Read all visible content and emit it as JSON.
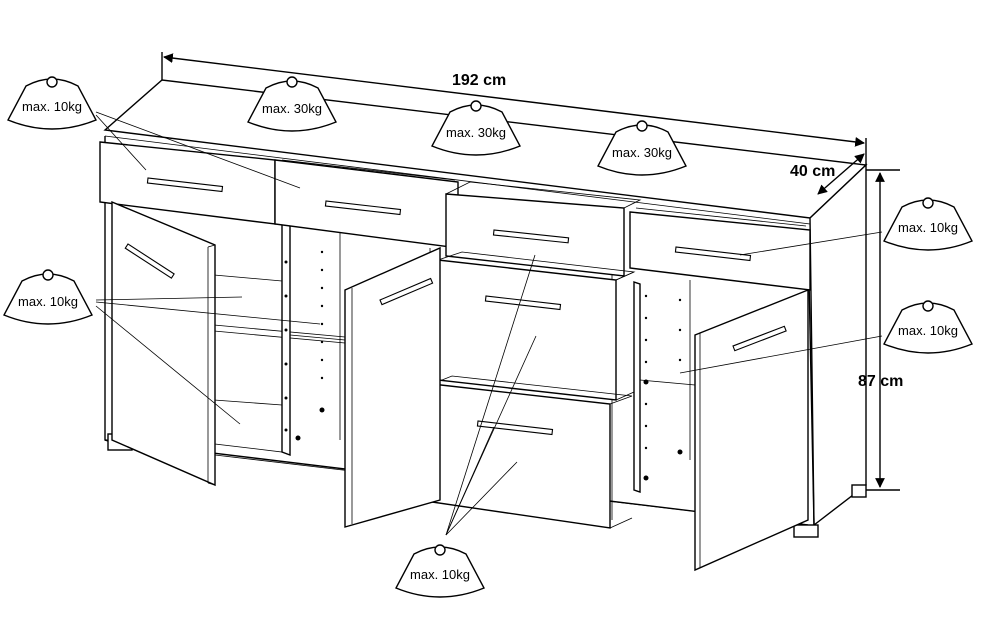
{
  "dimensions": {
    "width": "192 cm",
    "depth": "40 cm",
    "height": "87 cm"
  },
  "weight_labels": [
    "max. 10kg",
    "max. 30kg",
    "max. 30kg",
    "max. 30kg",
    "max. 10kg",
    "max. 10kg",
    "max. 10kg",
    "max. 10kg"
  ],
  "colors": {
    "line": "#000000",
    "fill": "#ffffff"
  },
  "icons": [
    "weight-icon"
  ]
}
